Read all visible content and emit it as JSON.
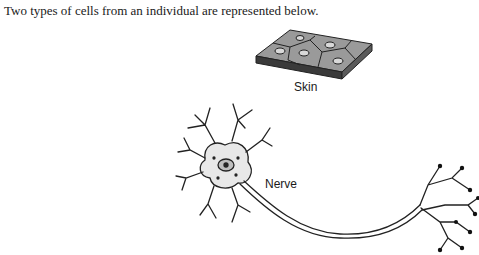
{
  "diagram": {
    "title": "Two types of cells from an individual are represented below.",
    "labels": [
      "Skin",
      "Nerve"
    ]
  }
}
